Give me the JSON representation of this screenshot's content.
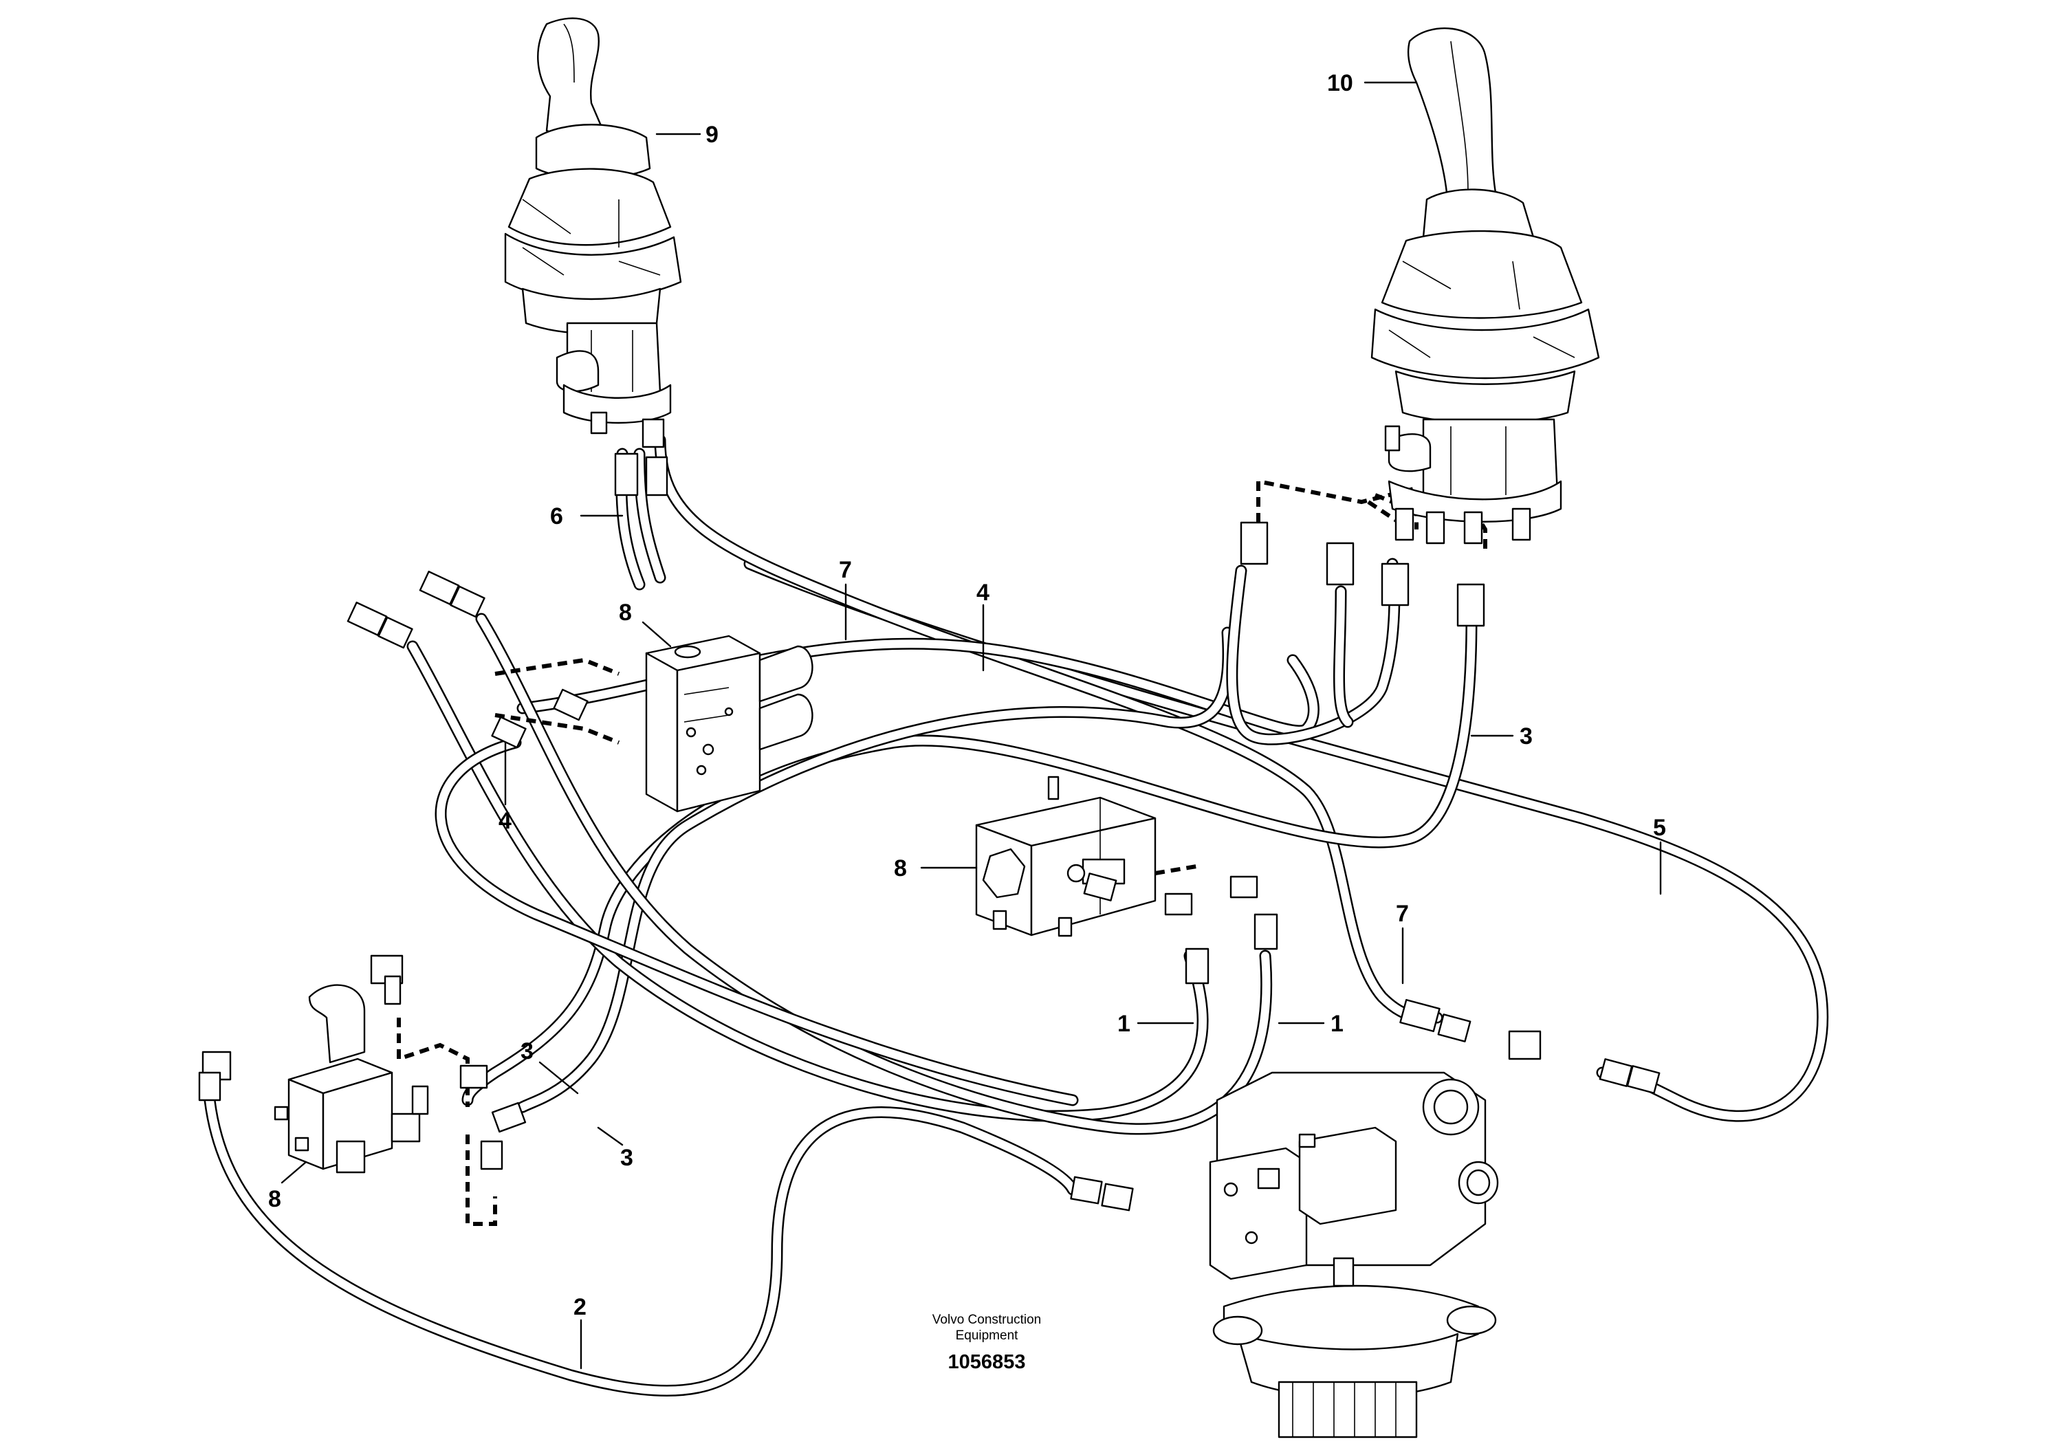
{
  "callouts": {
    "c1a": "1",
    "c1b": "1",
    "c2": "2",
    "c3a": "3",
    "c3b": "3",
    "c3c": "3",
    "c4a": "4",
    "c4b": "4",
    "c5": "5",
    "c6": "6",
    "c7a": "7",
    "c7b": "7",
    "c8a": "8",
    "c8b": "8",
    "c8c": "8",
    "c9": "9",
    "c10": "10"
  },
  "credit": {
    "line1": "Volvo Construction",
    "line2": "Equipment",
    "drawing_number": "1056853"
  }
}
